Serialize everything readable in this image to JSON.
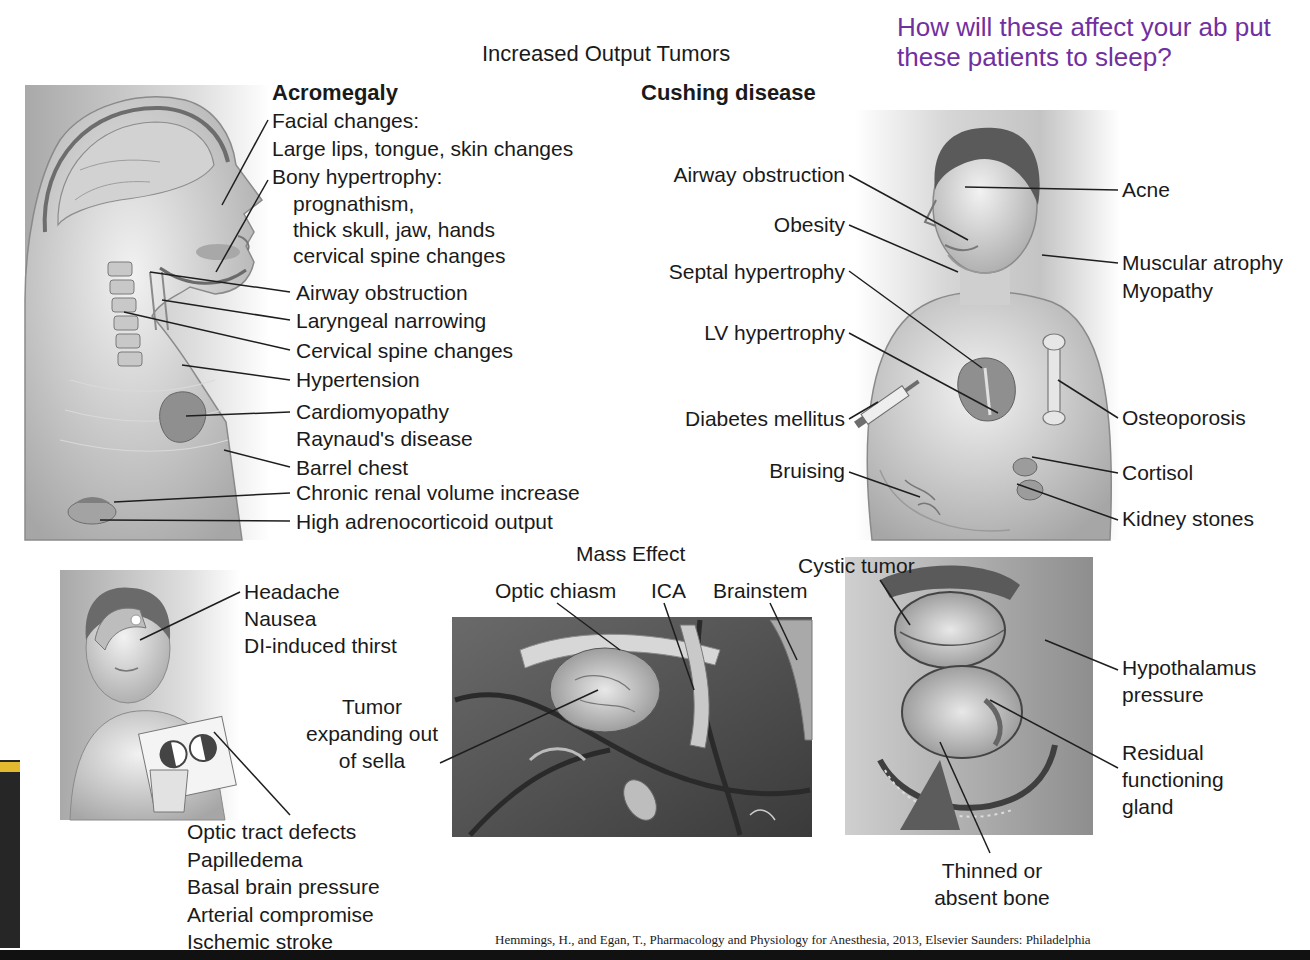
{
  "diagram": {
    "title": "Increased Output Tumors",
    "labels": [
      "How will these affect your ab put these patients to sleep?",
      "Acromegaly",
      "Facial changes:",
      "Large lips, tongue, skin changes",
      "Bony hypertrophy:",
      "prognathism,",
      "thick skull, jaw, hands",
      "cervical spine changes",
      "Airway obstruction",
      "Laryngeal narrowing",
      "Cervical spine changes",
      "Hypertension",
      "Cardiomyopathy",
      "Raynaud's disease",
      "Barrel chest",
      "Chronic renal volume increase",
      "High adrenocorticoid output",
      "Cushing disease",
      "Airway obstruction",
      "Obesity",
      "Septal hypertrophy",
      "LV hypertrophy",
      "Diabetes mellitus",
      "Bruising",
      "Acne",
      "Muscular atrophy",
      "Myopathy",
      "Osteoporosis",
      "Cortisol",
      "Kidney stones",
      "Mass Effect",
      "Headache",
      "Nausea",
      "DI-induced thirst",
      "Optic chiasm",
      "ICA",
      "Brainstem",
      "Cystic tumor",
      "Tumor expanding out of sella",
      "Optic tract defects",
      "Papilledema",
      "Basal brain pressure",
      "Arterial compromise",
      "Ischemic stroke",
      "Hypothalamus pressure",
      "Residual functioning gland",
      "Thinned or absent bone",
      "Hemmings, H., and Egan, T., Pharmacology and Physiology for Anesthesia, 2013, Elsevier Saunders: Philadelphia"
    ]
  }
}
